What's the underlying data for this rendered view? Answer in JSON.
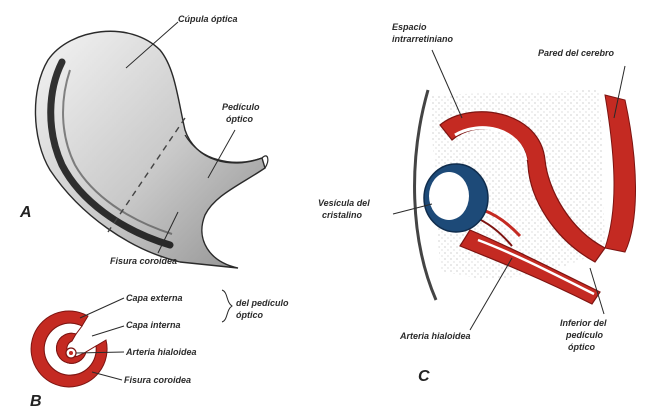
{
  "panels": {
    "a": {
      "letter": "A"
    },
    "b": {
      "letter": "B"
    },
    "c": {
      "letter": "C"
    }
  },
  "labels": {
    "copula_optica": "Cúpula óptica",
    "pediculo_optico_1": "Pedículo",
    "pediculo_optico_2": "óptico",
    "fisura_coroidea_a": "Fisura coroidea",
    "capa_externa": "Capa externa",
    "capa_interna": "Capa interna",
    "del_pediculo_1": "del pedículo",
    "del_pediculo_2": "óptico",
    "arteria_hialoidea_b": "Arteria hialoidea",
    "fisura_coroidea_b": "Fisura coroidea",
    "espacio_1": "Espacio",
    "espacio_2": "intrarretiniano",
    "pared_cerebro": "Pared del cerebro",
    "vesicula_1": "Vesícula del",
    "vesicula_2": "cristalino",
    "arteria_hialoidea_c": "Arteria hialoidea",
    "inferior_1": "Inferior del",
    "inferior_2": "pedículo",
    "inferior_3": "óptico"
  },
  "colors": {
    "red": "#c42a22",
    "dark_red": "#7d1411",
    "blue": "#1d4a78",
    "line": "#2a2a2a"
  }
}
